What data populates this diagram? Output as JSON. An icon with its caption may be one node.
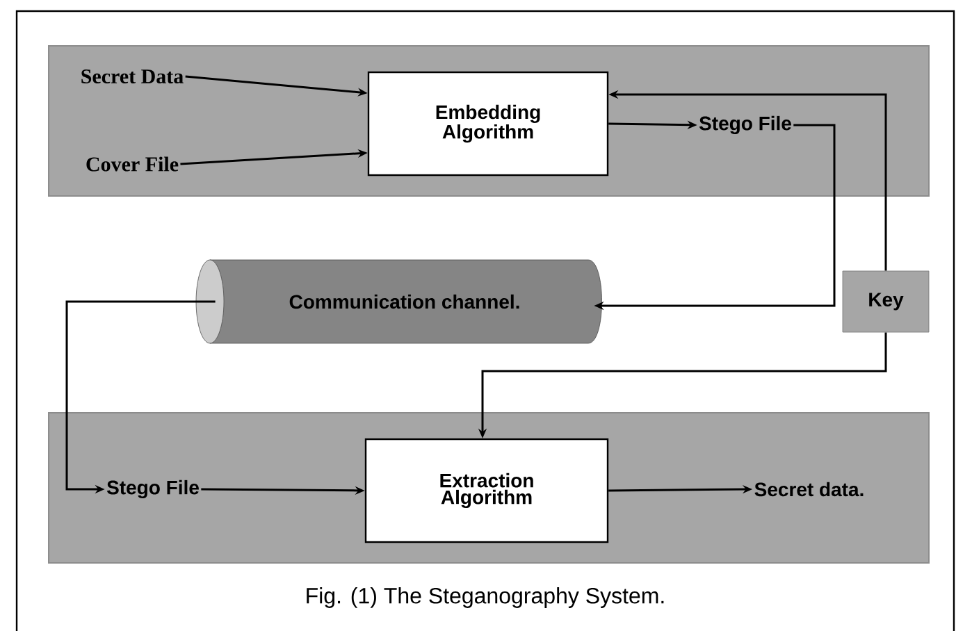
{
  "diagram": {
    "caption": "Fig. (1) The Steganography System.",
    "nodes": [
      {
        "text": [],
        "shape": "box"
      },
      {
        "text": [
          "Secret Data"
        ],
        "in": 0
      },
      {
        "text": [
          "Cover File"
        ],
        "in": 0
      },
      {
        "text": [
          "Embedding Algorithm"
        ],
        "in": 0
      },
      {
        "text": [
          "Stego File"
        ],
        "in": 0
      },
      {
        "text": [
          "Communication channel."
        ]
      },
      {
        "text": [
          "Key"
        ]
      },
      {
        "text": [],
        "shape": "box"
      },
      {
        "text": [
          "Stego File"
        ],
        "in": 7
      },
      {
        "text": [
          "Extraction Algorithm"
        ],
        "in": 7
      },
      {
        "text": [
          "Secret data."
        ],
        "in": 7
      }
    ],
    "edges": [
      {
        "from": 1,
        "to": 3,
        "arrow": "to"
      },
      {
        "from": 2,
        "to": 3,
        "arrow": "to"
      },
      {
        "from": 3,
        "to": 4,
        "arrow": "to"
      },
      {
        "from": 4,
        "to": 5,
        "arrow": "to"
      },
      {
        "from": 6,
        "to": 3,
        "arrow": "to"
      },
      {
        "from": 6,
        "to": 9,
        "arrow": "to"
      },
      {
        "from": 5,
        "to": 8,
        "arrow": "to"
      },
      {
        "from": 8,
        "to": 9,
        "arrow": "to"
      },
      {
        "from": 9,
        "to": 10,
        "arrow": "to"
      }
    ]
  }
}
